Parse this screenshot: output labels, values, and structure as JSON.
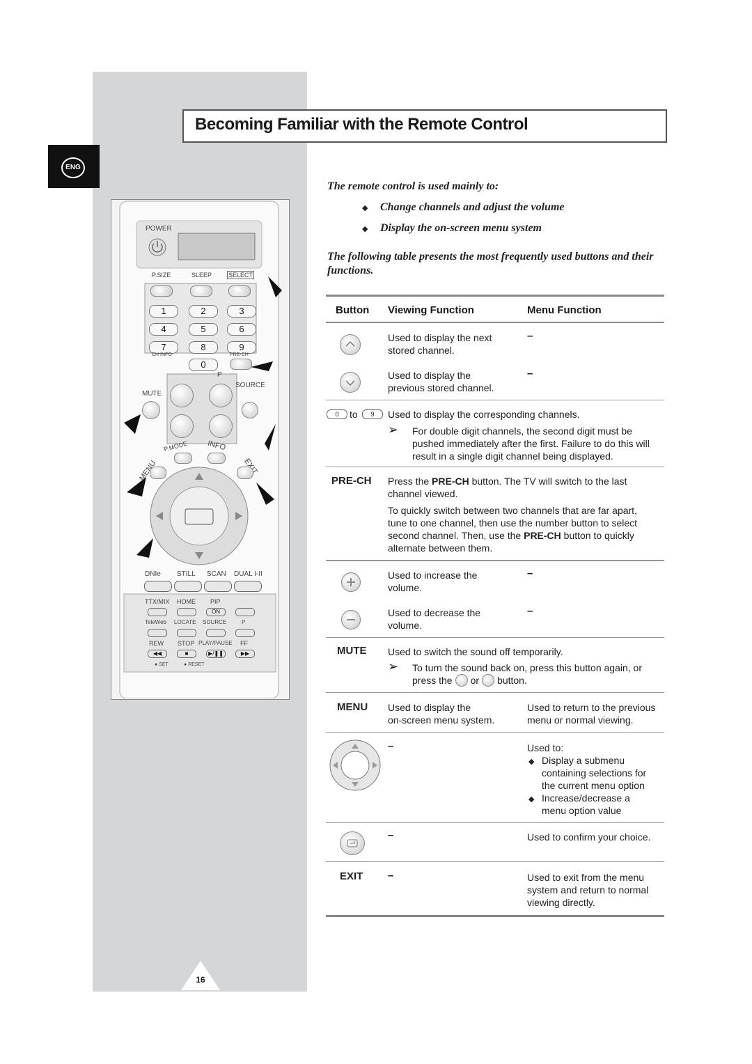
{
  "header": {
    "title": "Becoming Familiar with the Remote Control",
    "lang_badge": "ENG"
  },
  "intro": {
    "lead": "The remote control is used mainly to:",
    "bullets": [
      "Change channels and adjust the volume",
      "Display the on-screen menu system"
    ],
    "table_intro": "The following table presents the most frequently used buttons and their functions."
  },
  "table": {
    "headers": [
      "Button",
      "Viewing Function",
      "Menu Function"
    ],
    "rows": {
      "ch_up": {
        "view": [
          "Used to display the next",
          "stored channel."
        ],
        "menu": "–"
      },
      "ch_down": {
        "view": [
          "Used to display the",
          "previous stored channel."
        ],
        "menu": "–"
      },
      "digits": {
        "btn_from": "0",
        "btn_to_word": "to",
        "btn_to": "9",
        "view": "Used to display the corresponding channels.",
        "note": [
          "For double digit channels, the second digit must be",
          "pushed immediately after the first. Failure to do this will",
          "result in a single digit channel being displayed."
        ]
      },
      "prech": {
        "btn": "PRE-CH",
        "view1": [
          "Press the ",
          "PRE-CH",
          " button. The TV will switch to the last",
          "channel viewed."
        ],
        "view2": [
          "To quickly switch between two channels that are far apart,",
          "tune to one channel, then use the number button to select",
          "second channel. Then, use the ",
          "PRE-CH",
          " button to quickly",
          "alternate between them."
        ]
      },
      "vol_up": {
        "view": [
          "Used to increase the",
          "volume."
        ],
        "menu": "–"
      },
      "vol_down": {
        "view": [
          "Used to decrease the",
          "volume."
        ],
        "menu": "–"
      },
      "mute": {
        "btn": "MUTE",
        "view": "Used to switch the sound off temporarily.",
        "note": [
          "To turn the sound back on, press this button again, or",
          "press the",
          "or",
          "button."
        ]
      },
      "menu": {
        "btn": "MENU",
        "view": [
          "Used to display the",
          "on-screen menu system."
        ],
        "menu": [
          "Used to return to the previous",
          "menu or normal viewing."
        ]
      },
      "arrows": {
        "view": "–",
        "menu_lead": "Used to:",
        "menu_items": [
          [
            "Display a submenu",
            "containing selections for",
            "the current menu option"
          ],
          [
            "Increase/decrease a",
            "menu option value"
          ]
        ]
      },
      "enter": {
        "view": "–",
        "menu": "Used to confirm your choice."
      },
      "exit": {
        "btn": "EXIT",
        "view": "–",
        "menu": [
          "Used to exit from the menu",
          "system and return to normal",
          "viewing directly."
        ]
      }
    }
  },
  "remote": {
    "power": "POWER",
    "row1": [
      "P.SIZE",
      "SLEEP",
      "SELECT"
    ],
    "digits": [
      "1",
      "2",
      "3",
      "4",
      "5",
      "6",
      "7",
      "8",
      "9",
      "0"
    ],
    "ch_info": "CH INFO",
    "pre_ch": "PRE-CH",
    "p_label": "P",
    "source": "SOURCE",
    "mute": "MUTE",
    "pmode": "P.MODE",
    "info": "INFO",
    "menu": "MENU",
    "exit": "EXIT",
    "bottom1": [
      "DNIe",
      "STILL",
      "SCAN",
      "DUAL I-II"
    ],
    "teletext1": [
      "TTX/MIX",
      "HOME",
      "PIP"
    ],
    "pip_on": "ON",
    "teletext2": [
      "TeleWeb",
      "LOCATE",
      "SOURCE",
      "P"
    ],
    "transport": [
      "REW",
      "STOP",
      "PLAY/PAUSE",
      "FF"
    ],
    "set": "SET",
    "reset": "RESET"
  },
  "footer": {
    "page_number": "16"
  }
}
